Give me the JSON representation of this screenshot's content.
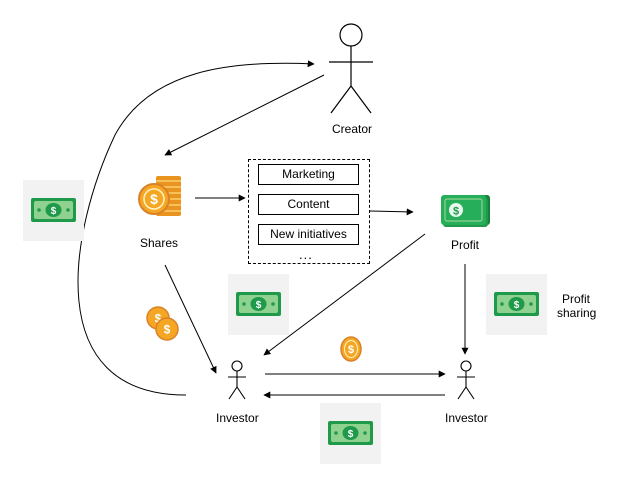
{
  "actors": {
    "creator": "Creator",
    "investor_left": "Investor",
    "investor_right": "Investor"
  },
  "labels": {
    "shares": "Shares",
    "profit": "Profit",
    "profit_sharing_line1": "Profit",
    "profit_sharing_line2": "sharing"
  },
  "activities": {
    "items": [
      "Marketing",
      "Content",
      "New initiatives"
    ],
    "more": "..."
  },
  "icons": {
    "cash": "banknote-icon",
    "coins": "coin-stack-icon",
    "coin": "gold-coin-icon",
    "profit": "money-stack-icon"
  },
  "colors": {
    "note_green": "#1f9a4a",
    "note_light": "#8fd18f",
    "coin_gold": "#f5a623",
    "coin_dark": "#d9822b",
    "tile_bg": "#f2f2f2"
  }
}
